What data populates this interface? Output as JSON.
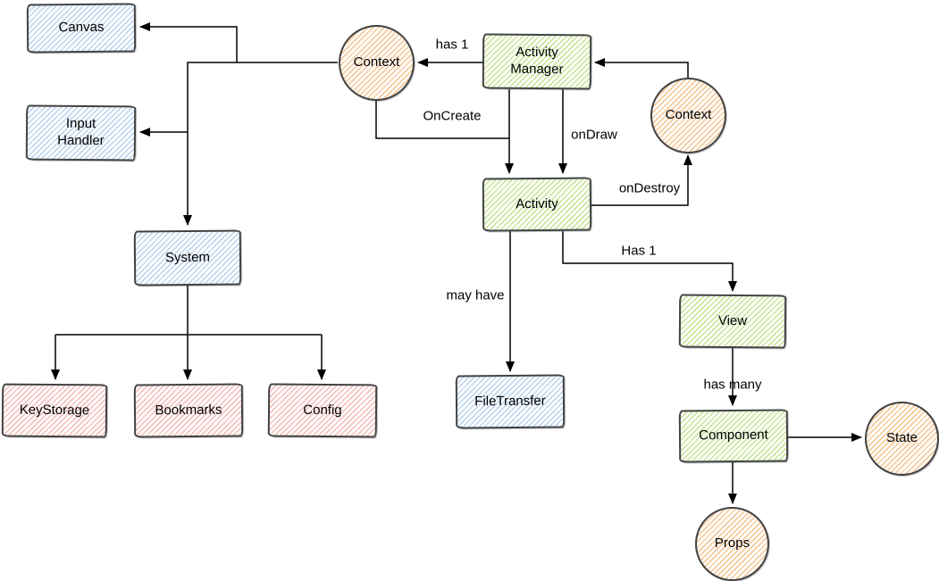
{
  "diagram": {
    "nodes": {
      "canvas": {
        "label": "Canvas",
        "shape": "rect",
        "color": "blue"
      },
      "input_handler": {
        "label": "Input\nHandler",
        "shape": "rect",
        "color": "blue"
      },
      "system": {
        "label": "System",
        "shape": "rect",
        "color": "blue"
      },
      "keystorage": {
        "label": "KeyStorage",
        "shape": "rect",
        "color": "red"
      },
      "bookmarks": {
        "label": "Bookmarks",
        "shape": "rect",
        "color": "red"
      },
      "config": {
        "label": "Config",
        "shape": "rect",
        "color": "red"
      },
      "filetransfer": {
        "label": "FileTransfer",
        "shape": "rect",
        "color": "blue"
      },
      "activity_manager": {
        "label": "Activity\nManager",
        "shape": "rect",
        "color": "green"
      },
      "activity": {
        "label": "Activity",
        "shape": "rect",
        "color": "green"
      },
      "view": {
        "label": "View",
        "shape": "rect",
        "color": "green"
      },
      "component": {
        "label": "Component",
        "shape": "rect",
        "color": "green"
      },
      "context_left": {
        "label": "Context",
        "shape": "circle",
        "color": "orange"
      },
      "context_right": {
        "label": "Context",
        "shape": "circle",
        "color": "orange"
      },
      "state": {
        "label": "State",
        "shape": "circle",
        "color": "orange"
      },
      "props": {
        "label": "Props",
        "shape": "circle",
        "color": "orange"
      }
    },
    "edge_labels": {
      "am_has_context": "has 1",
      "oncreate": "OnCreate",
      "ondraw": "onDraw",
      "ondestroy": "onDestroy",
      "may_have": "may have",
      "activity_has_view": "Has 1",
      "has_many": "has many"
    },
    "colors": {
      "blue_hatch": "#c2d8ef",
      "green_hatch": "#cde6a0",
      "orange_hatch": "#f6cb9d",
      "red_hatch": "#f5c3c0",
      "shape_stroke": "#424242",
      "edge_stroke": "#000000",
      "background": "#ffffff"
    }
  }
}
